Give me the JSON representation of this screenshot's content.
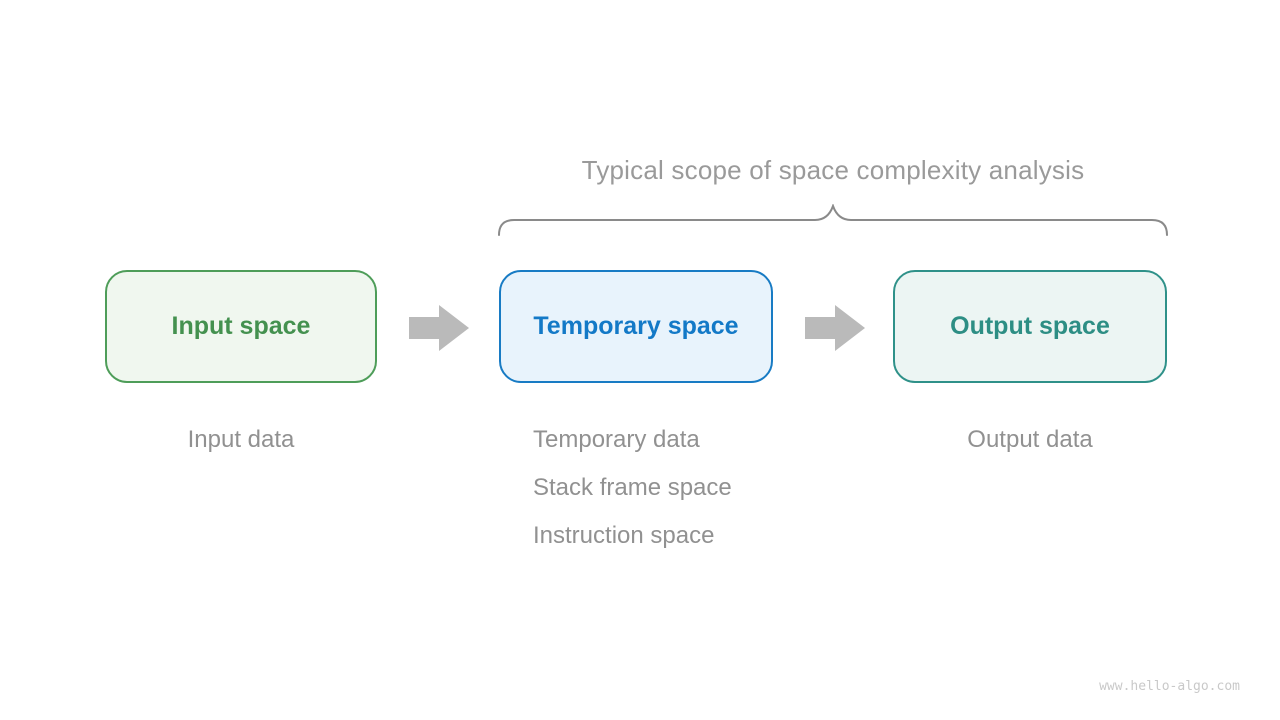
{
  "title": "Typical scope of space complexity analysis",
  "boxes": [
    {
      "id": "input-space",
      "label": "Input space",
      "border_color": "#4e9d59",
      "fill_color": "#f0f7ef",
      "text_color": "#44914f"
    },
    {
      "id": "temporary-space",
      "label": "Temporary space",
      "border_color": "#187bc4",
      "fill_color": "#e8f3fc",
      "text_color": "#1379c7"
    },
    {
      "id": "output-space",
      "label": "Output space",
      "border_color": "#2f9189",
      "fill_color": "#ecf5f3",
      "text_color": "#2d8e84"
    }
  ],
  "annotations": {
    "input": "Input data",
    "temporary": [
      "Temporary data",
      "Stack frame space",
      "Instruction space"
    ],
    "output": "Output data"
  },
  "colors": {
    "arrow": "#bababa",
    "brace": "#8a8a8a",
    "annotation_text": "#919191",
    "title_text": "#9a9a9a",
    "watermark_text": "#c9c9c9"
  },
  "watermark": "www.hello-algo.com"
}
